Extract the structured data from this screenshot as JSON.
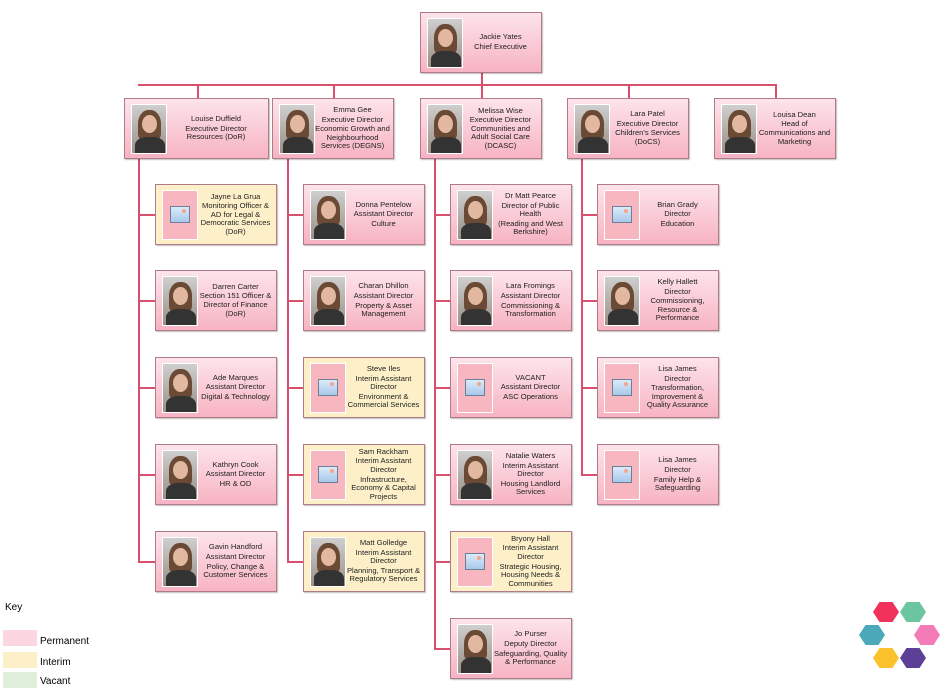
{
  "nodes": [
    {
      "id": "jackie-yates",
      "type": "permanent",
      "pic": "photo",
      "lines": [
        "Jackie Yates",
        "Chief Executive"
      ]
    },
    {
      "id": "louise-duffield",
      "type": "permanent",
      "pic": "photo",
      "lines": [
        "Louise Duffield",
        "Executive Director Resources (DoR)"
      ]
    },
    {
      "id": "emma-gee",
      "type": "permanent",
      "pic": "photo",
      "lines": [
        "Emma Gee",
        "Executive Director",
        "Economic Growth and Neighbourhood Services (DEGNS)"
      ]
    },
    {
      "id": "melissa-wise",
      "type": "permanent",
      "pic": "photo",
      "lines": [
        "Melissa Wise",
        "Executive Director Communities and Adult Social Care (DCASC)"
      ]
    },
    {
      "id": "lara-patel",
      "type": "permanent",
      "pic": "photo",
      "lines": [
        "Lara Patel",
        "Executive Director Children's Services",
        "(DoCS)"
      ]
    },
    {
      "id": "louisa-dean",
      "type": "permanent",
      "pic": "photo",
      "lines": [
        "Louisa Dean",
        "Head of Communications and Marketing"
      ]
    },
    {
      "id": "jayne-la-grua",
      "type": "interim",
      "pic": "placeholder",
      "lines": [
        "Jayne La Grua",
        "Monitoring Officer & AD for Legal & Democratic Services (DoR)"
      ]
    },
    {
      "id": "darren-carter",
      "type": "permanent",
      "pic": "photo",
      "lines": [
        "Darren Carter",
        "Section 151 Officer & Director of Finance (DoR)"
      ]
    },
    {
      "id": "ade-marques",
      "type": "permanent",
      "pic": "photo",
      "lines": [
        "Ade Marques",
        "Assistant Director",
        "Digital & Technology"
      ]
    },
    {
      "id": "kathryn-cook",
      "type": "permanent",
      "pic": "photo",
      "lines": [
        "Kathryn Cook",
        "Assistant Director",
        "HR & OD"
      ]
    },
    {
      "id": "gavin-handford",
      "type": "permanent",
      "pic": "photo",
      "lines": [
        "Gavin Handford",
        "Assistant Director",
        "Policy, Change & Customer Services"
      ]
    },
    {
      "id": "donna-pentelow",
      "type": "permanent",
      "pic": "photo",
      "lines": [
        "Donna Pentelow",
        "Assistant Director",
        "Culture"
      ]
    },
    {
      "id": "charan-dhillon",
      "type": "permanent",
      "pic": "photo",
      "lines": [
        "Charan Dhillon",
        "Assistant Director",
        "Property & Asset Management"
      ]
    },
    {
      "id": "steve-iles",
      "type": "interim",
      "pic": "placeholder",
      "lines": [
        "Steve Iles",
        "Interim Assistant Director",
        "Environment & Commercial Services"
      ]
    },
    {
      "id": "sam-rackham",
      "type": "interim",
      "pic": "placeholder",
      "lines": [
        "Sam Rackham",
        "Interim Assistant Director",
        "Infrastructure, Economy & Capital Projects"
      ]
    },
    {
      "id": "matt-golledge",
      "type": "interim",
      "pic": "photo",
      "lines": [
        "Matt Golledge",
        "Interim Assistant Director",
        "Planning, Transport & Regulatory Services"
      ]
    },
    {
      "id": "matt-pearce",
      "type": "permanent",
      "pic": "photo",
      "lines": [
        "Dr Matt Pearce",
        "Director of Public Health",
        "(Reading and West Berkshire)"
      ]
    },
    {
      "id": "lara-fromings",
      "type": "permanent",
      "pic": "photo",
      "lines": [
        "Lara Fromings",
        "Assistant Director",
        "Commissioning & Transformation"
      ]
    },
    {
      "id": "vacant-asc",
      "type": "permanent",
      "pic": "placeholder",
      "lines": [
        "VACANT",
        "Assistant Director",
        "ASC Operations"
      ]
    },
    {
      "id": "natalie-waters",
      "type": "permanent",
      "pic": "photo",
      "lines": [
        "Natalie Waters",
        "Interim Assistant Director",
        "Housing Landlord Services"
      ]
    },
    {
      "id": "bryony-hall",
      "type": "interim",
      "pic": "placeholder",
      "lines": [
        "Bryony Hall",
        "Interim Assistant Director",
        "Strategic Housing, Housing Needs & Communities"
      ]
    },
    {
      "id": "jo-purser",
      "type": "permanent",
      "pic": "photo",
      "lines": [
        "Jo Purser",
        "Deputy Director",
        "Safeguarding, Quality & Performance"
      ]
    },
    {
      "id": "brian-grady",
      "type": "permanent",
      "pic": "placeholder",
      "lines": [
        "Brian Grady",
        "Director",
        "Education"
      ]
    },
    {
      "id": "kelly-hallett",
      "type": "permanent",
      "pic": "photo",
      "lines": [
        "Kelly Hallett",
        "Director",
        "Commissioning, Resource & Performance"
      ]
    },
    {
      "id": "lisa-james-tiqa",
      "type": "permanent",
      "pic": "placeholder",
      "lines": [
        "Lisa James",
        "Director",
        "Transformation, Improvement & Quality Assurance"
      ]
    },
    {
      "id": "lisa-james-fhs",
      "type": "permanent",
      "pic": "placeholder",
      "lines": [
        "Lisa James",
        "Director",
        "Family Help & Safeguarding"
      ]
    }
  ],
  "key": {
    "title": "Key",
    "items": [
      {
        "label": "Permanent",
        "color": "#fcd6df"
      },
      {
        "label": "Interim",
        "color": "#fdf0c9"
      },
      {
        "label": "Vacant",
        "color": "#dfeed8"
      }
    ]
  },
  "colors": {
    "connector": "#d9506e",
    "logo": [
      "#f0325a",
      "#6cc5a0",
      "#4aa8b8",
      "#f47ab8",
      "#fcc22e",
      "#5c3f96"
    ]
  }
}
